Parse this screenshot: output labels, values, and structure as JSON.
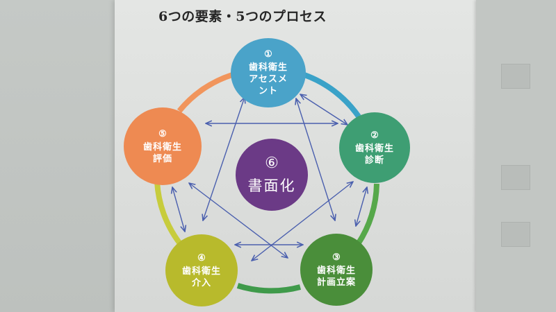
{
  "title": "6つの要素・5つのプロセス",
  "center": {
    "number": "⑥",
    "label": "書面化"
  },
  "nodes": [
    {
      "number": "①",
      "lines": [
        "歯科衛生",
        "アセスメ",
        "ント"
      ]
    },
    {
      "number": "②",
      "lines": [
        "歯科衛生",
        "診断"
      ]
    },
    {
      "number": "③",
      "lines": [
        "歯科衛生",
        "計画立案"
      ]
    },
    {
      "number": "④",
      "lines": [
        "歯科衛生",
        "介入"
      ]
    },
    {
      "number": "⑤",
      "lines": [
        "歯科衛生",
        "評価"
      ]
    }
  ],
  "colors": {
    "node1": "#4aa3c9",
    "node2": "#3e9e73",
    "node3": "#4a8e3a",
    "node4": "#b8ba2c",
    "node5": "#ee8a52",
    "center": "#6b3a86",
    "arrows": "#4a5fae"
  }
}
